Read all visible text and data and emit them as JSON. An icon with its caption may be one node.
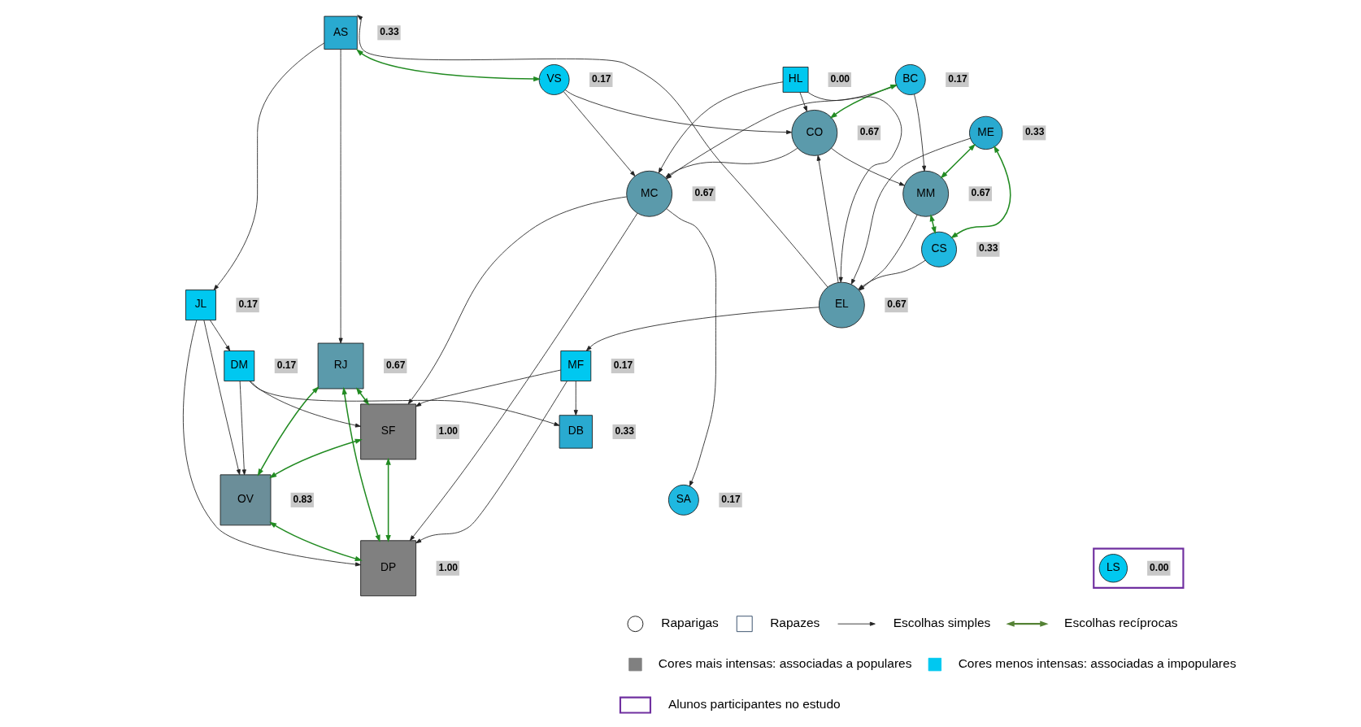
{
  "diagram": {
    "nodes": [
      {
        "text": [
          "SF"
        ],
        "beside": [
          "1.00"
        ]
      },
      {
        "text": [
          "AS"
        ],
        "beside": [
          "0.33"
        ]
      },
      {
        "text": [
          "DB"
        ],
        "beside": [
          "0.33"
        ]
      },
      {
        "text": [
          "BC"
        ],
        "beside": [
          "0.17"
        ]
      },
      {
        "text": [
          "DP"
        ],
        "beside": [
          "1.00"
        ]
      },
      {
        "text": [
          "ME"
        ],
        "beside": [
          "0.33"
        ]
      },
      {
        "text": [
          "RJ"
        ],
        "beside": [
          "0.67"
        ]
      },
      {
        "text": [
          "MC"
        ],
        "beside": [
          "0.67"
        ]
      },
      {
        "text": [
          "SA"
        ],
        "beside": [
          "0.17"
        ]
      },
      {
        "text": [
          "CS"
        ],
        "beside": [
          "0.33"
        ]
      },
      {
        "text": [],
        "shape": "box"
      },
      {
        "text": [
          "LS"
        ],
        "beside": [
          "0.00"
        ],
        "in": 10
      },
      {
        "text": [
          "DM"
        ],
        "beside": [
          "0.17"
        ]
      },
      {
        "text": [
          "MM"
        ],
        "beside": [
          "0.67"
        ]
      },
      {
        "text": [
          "VS"
        ],
        "beside": [
          "0.17"
        ]
      },
      {
        "text": [
          "CO"
        ],
        "beside": [
          "0.67"
        ]
      },
      {
        "text": [
          "EL"
        ],
        "beside": [
          "0.67"
        ]
      },
      {
        "text": [
          "OV"
        ],
        "beside": [
          "0.83"
        ]
      },
      {
        "text": [
          "HL"
        ],
        "beside": [
          "0.00"
        ]
      },
      {
        "text": [
          "JL"
        ],
        "beside": [
          "0.17"
        ]
      },
      {
        "text": [
          "MF"
        ],
        "beside": [
          "0.17"
        ]
      }
    ],
    "edges": [
      {
        "from": 0,
        "to": 4,
        "arrow": "both",
        "color": "#228b22"
      },
      {
        "from": 6,
        "to": 0,
        "arrow": "both",
        "color": "#228b22"
      },
      {
        "from": 5,
        "to": 9,
        "arrow": "both",
        "color": "#228b22"
      },
      {
        "from": 6,
        "to": 4,
        "arrow": "both",
        "color": "#228b22"
      },
      {
        "from": 5,
        "to": 13,
        "arrow": "both",
        "color": "#228b22"
      },
      {
        "from": 6,
        "to": 17,
        "arrow": "both",
        "color": "#228b22"
      },
      {
        "from": 0,
        "to": 17,
        "arrow": "both",
        "color": "#228b22"
      },
      {
        "from": 1,
        "to": 14,
        "arrow": "both",
        "color": "#228b22"
      },
      {
        "from": 3,
        "to": 15,
        "arrow": "both",
        "color": "#228b22"
      },
      {
        "from": 13,
        "to": 9,
        "arrow": "both",
        "color": "#228b22"
      },
      {
        "from": 17,
        "to": 4,
        "arrow": "both",
        "color": "#228b22"
      },
      {
        "from": 1,
        "to": 6,
        "arrow": "to"
      },
      {
        "from": 5,
        "to": 16,
        "arrow": "to"
      },
      {
        "from": 20,
        "to": 0,
        "arrow": "to"
      },
      {
        "from": 7,
        "to": 0,
        "arrow": "to"
      },
      {
        "from": 12,
        "to": 0,
        "arrow": "to"
      },
      {
        "from": 12,
        "to": 2,
        "arrow": "to"
      },
      {
        "from": 16,
        "to": 1,
        "arrow": "to"
      },
      {
        "from": 20,
        "to": 2,
        "arrow": "to"
      },
      {
        "from": 1,
        "to": 19,
        "arrow": "to"
      },
      {
        "from": 3,
        "to": 7,
        "arrow": "to"
      },
      {
        "from": 3,
        "to": 13,
        "arrow": "to"
      },
      {
        "from": 7,
        "to": 4,
        "arrow": "to"
      },
      {
        "from": 7,
        "to": 8,
        "arrow": "to"
      },
      {
        "from": 19,
        "to": 4,
        "arrow": "to"
      },
      {
        "from": 20,
        "to": 4,
        "arrow": "to"
      },
      {
        "from": 19,
        "to": 12,
        "arrow": "to"
      },
      {
        "from": 9,
        "to": 16,
        "arrow": "to"
      },
      {
        "from": 12,
        "to": 17,
        "arrow": "to"
      },
      {
        "from": 14,
        "to": 7,
        "arrow": "to"
      },
      {
        "from": 14,
        "to": 15,
        "arrow": "to"
      },
      {
        "from": 15,
        "to": 13,
        "arrow": "to"
      },
      {
        "from": 13,
        "to": 16,
        "arrow": "to"
      },
      {
        "from": 15,
        "to": 7,
        "arrow": "to"
      },
      {
        "from": 18,
        "to": 7,
        "arrow": "to"
      },
      {
        "from": 18,
        "to": 16,
        "arrow": "to"
      },
      {
        "from": 18,
        "to": 15,
        "arrow": "to"
      },
      {
        "from": 16,
        "to": 15,
        "arrow": "to"
      },
      {
        "from": 19,
        "to": 17,
        "arrow": "to"
      },
      {
        "from": 16,
        "to": 20,
        "arrow": "to"
      }
    ],
    "legend": [
      {
        "text": "Raparigas"
      },
      {
        "text": "Rapazes"
      },
      {
        "text": "Escolhas simples"
      },
      {
        "text": "Escolhas recíprocas"
      },
      {
        "text": "Cores mais intensas: associadas a populares",
        "color": "#808080"
      },
      {
        "text": "Cores menos intensas: associadas a impopulares",
        "color": "#00c8f0"
      },
      {
        "text": "Alunos participantes no estudo"
      }
    ]
  }
}
